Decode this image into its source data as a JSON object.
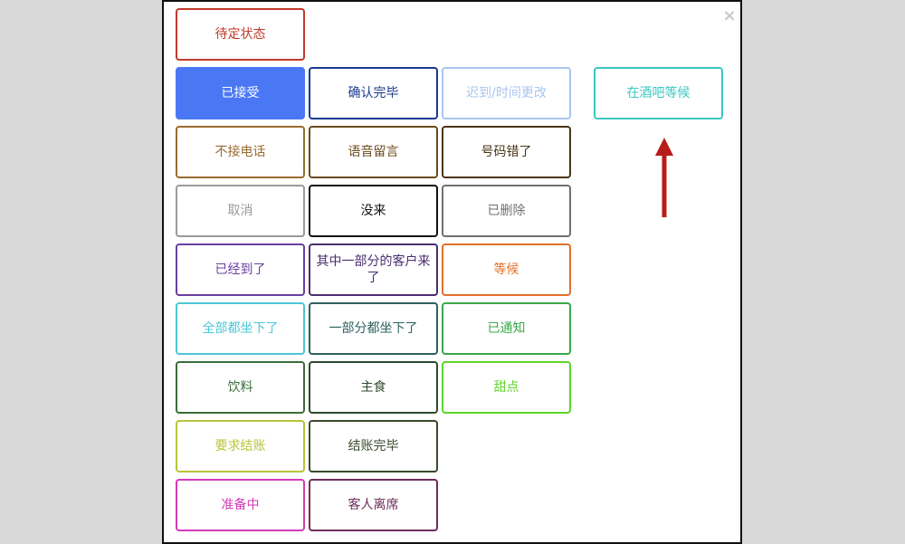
{
  "close_glyph": "×",
  "statuses": {
    "pending": {
      "label": "待定状态",
      "color": "#c0392b"
    },
    "accepted": {
      "label": "已接受",
      "color": "#4a78f5"
    },
    "confirmed": {
      "label": "确认完毕",
      "color": "#1a3a8f"
    },
    "late": {
      "label": "迟到/时间更改",
      "color": "#a8c6f0"
    },
    "waiting_bar": {
      "label": "在酒吧等候",
      "color": "#3cc7c0"
    },
    "no_answer": {
      "label": "不接电话",
      "color": "#9a6a2e"
    },
    "voicemail": {
      "label": "语音留言",
      "color": "#6b4a1e"
    },
    "wrong_number": {
      "label": "号码错了",
      "color": "#4a3518"
    },
    "cancelled": {
      "label": "取消",
      "color": "#9a9a9a"
    },
    "no_show": {
      "label": "没来",
      "color": "#111111"
    },
    "deleted": {
      "label": "已删除",
      "color": "#707070"
    },
    "arrived": {
      "label": "已经到了",
      "color": "#6a3fa0"
    },
    "partial_arrived": {
      "label": "其中一部分的客户来了",
      "color": "#4a2e6e"
    },
    "waiting": {
      "label": "等候",
      "color": "#e2702a"
    },
    "all_seated": {
      "label": "全部都坐下了",
      "color": "#4cc7d6"
    },
    "partial_seated": {
      "label": "一部分都坐下了",
      "color": "#2e6060"
    },
    "notified": {
      "label": "已通知",
      "color": "#3aa84a"
    },
    "drinks": {
      "label": "饮料",
      "color": "#3a6e3a"
    },
    "main_course": {
      "label": "主食",
      "color": "#2e4a2e"
    },
    "dessert": {
      "label": "甜点",
      "color": "#5fd42a"
    },
    "bill_requested": {
      "label": "要求结账",
      "color": "#b8c43a"
    },
    "bill_paid": {
      "label": "结账完毕",
      "color": "#3a4a2e"
    },
    "preparing": {
      "label": "准备中",
      "color": "#d43ab8"
    },
    "guest_left": {
      "label": "客人离席",
      "color": "#6e2e5a"
    }
  },
  "arrow_color": "#b81c1c"
}
